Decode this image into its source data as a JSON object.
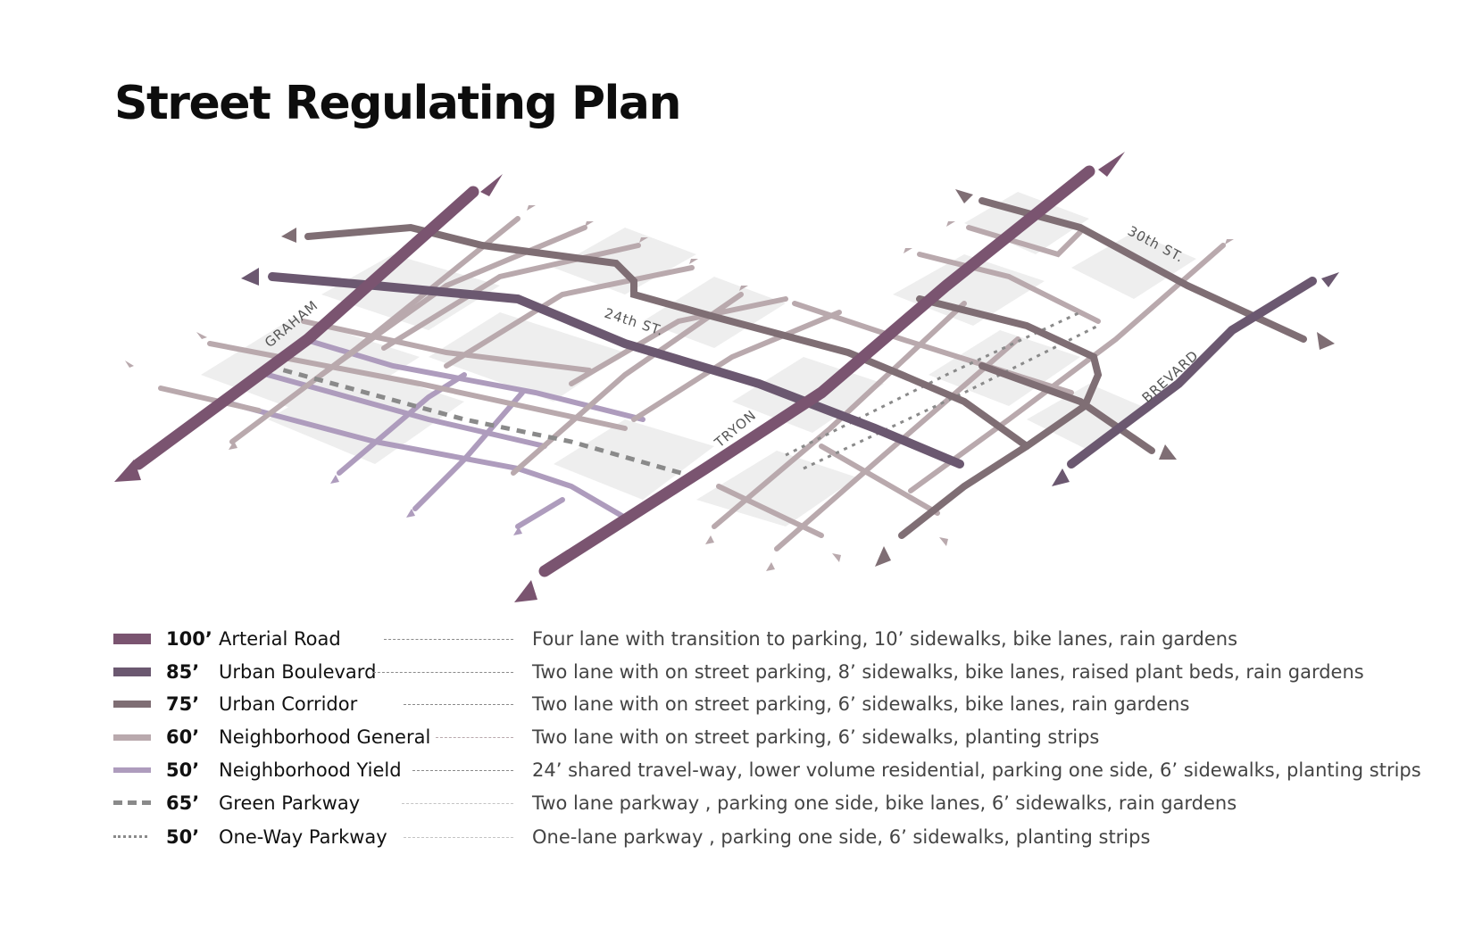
{
  "title": "Street Regulating Plan",
  "colors": {
    "arterial_road": "#7a5470",
    "urban_boulevard": "#6b5870",
    "urban_corridor": "#7f6e74",
    "neighborhood_general": "#b9a9ad",
    "neighborhood_yield": "#ae9cbd",
    "green_parkway": "#8a8a8a",
    "one_way_parkway": "#8a8a8a",
    "building_fill": "#eeeeee"
  },
  "street_labels": {
    "graham": "GRAHAM",
    "st24": "24th ST.",
    "tryon": "TRYON",
    "st30": "30th ST.",
    "brevard": "BREVARD"
  },
  "legend": [
    {
      "width": "100’",
      "type": "Arterial Road",
      "description": "Four lane with transition to parking, 10’ sidewalks, bike lanes, rain gardens",
      "color": "#7a5470",
      "style": "solid"
    },
    {
      "width": "85’",
      "type": "Urban Boulevard",
      "description": "Two lane with on street parking, 8’ sidewalks, bike lanes, raised plant beds, rain gardens",
      "color": "#6b5870",
      "style": "solid"
    },
    {
      "width": "75’",
      "type": "Urban Corridor",
      "description": "Two lane with on street parking, 6’ sidewalks, bike lanes, rain gardens",
      "color": "#7f6e74",
      "style": "solid"
    },
    {
      "width": "60’",
      "type": "Neighborhood General",
      "description": "Two lane with on street parking, 6’ sidewalks, planting strips",
      "color": "#b9a9ad",
      "style": "solid"
    },
    {
      "width": "50’",
      "type": "Neighborhood Yield",
      "description": "24’ shared travel-way, lower volume residential, parking one side, 6’ sidewalks, planting strips",
      "color": "#ae9cbd",
      "style": "solid"
    },
    {
      "width": "65’",
      "type": "Green Parkway",
      "description": "Two lane parkway , parking one side, bike lanes, 6’ sidewalks, rain gardens",
      "color": "#8a8a8a",
      "style": "dashed"
    },
    {
      "width": "50’",
      "type": "One-Way Parkway",
      "description": "One-lane parkway , parking one side, 6’ sidewalks, planting strips",
      "color": "#8a8a8a",
      "style": "dotted"
    }
  ]
}
